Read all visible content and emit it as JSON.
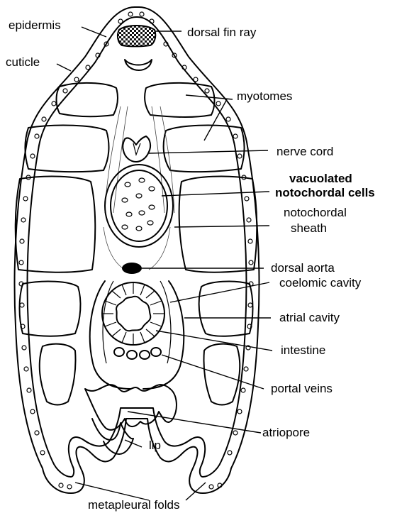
{
  "labels": {
    "epidermis": "epidermis",
    "cuticle": "cuticle",
    "dorsal_fin_ray": "dorsal fin ray",
    "myotomes": "myotomes",
    "nerve_cord": "nerve cord",
    "vacuolated_notochordal_cells_line1": "vacuolated",
    "vacuolated_notochordal_cells_line2": "notochordal cells",
    "notochordal_sheath_line1": "notochordal",
    "notochordal_sheath_line2": "sheath",
    "dorsal_aorta": "dorsal aorta",
    "coelomic_cavity": "coelomic cavity",
    "atrial_cavity": "atrial cavity",
    "intestine": "intestine",
    "portal_veins": "portal veins",
    "atriopore": "atriopore",
    "lip": "lip",
    "metapleural_folds": "metapleural folds"
  }
}
